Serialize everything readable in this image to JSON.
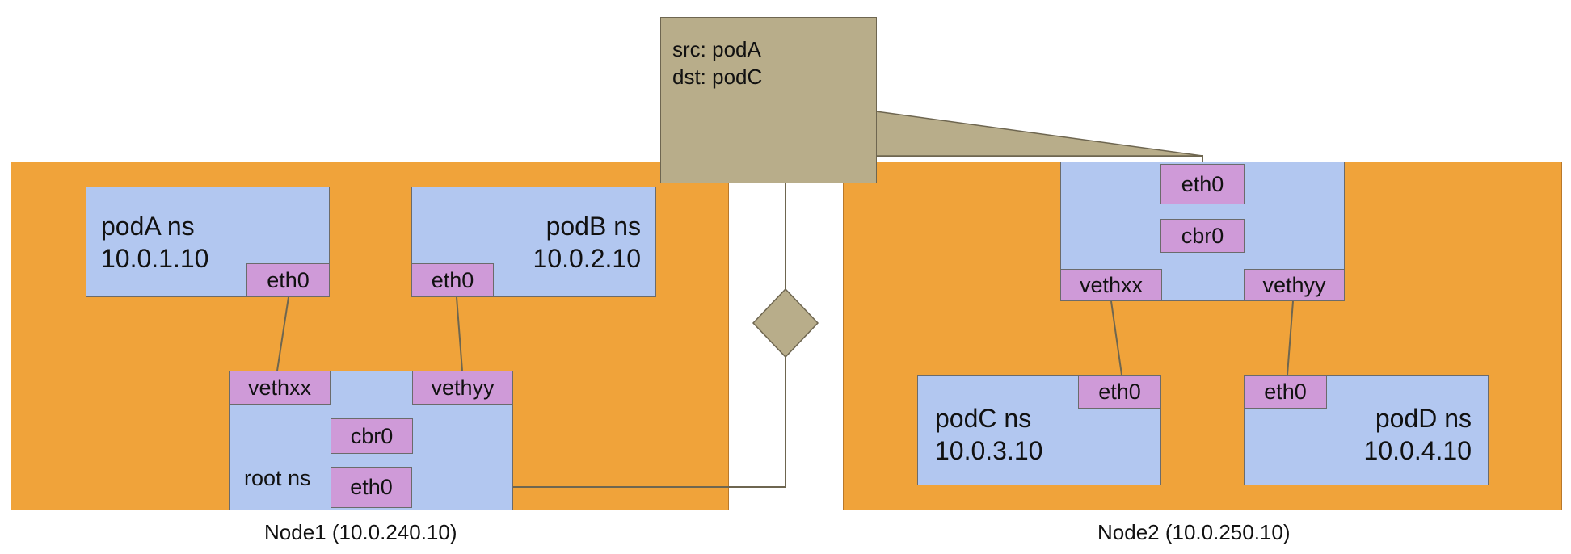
{
  "node1": {
    "label": "Node1 (10.0.240.10)",
    "podA": {
      "ns": "podA ns",
      "ip": "10.0.1.10",
      "iface": "eth0"
    },
    "podB": {
      "ns": "podB ns",
      "ip": "10.0.2.10",
      "iface": "eth0"
    },
    "root": {
      "label": "root ns",
      "vethxx": "vethxx",
      "vethyy": "vethyy",
      "bridge": "cbr0",
      "eth": "eth0"
    }
  },
  "node2": {
    "label": "Node2 (10.0.250.10)",
    "root": {
      "eth": "eth0",
      "bridge": "cbr0",
      "vethxx": "vethxx",
      "vethyy": "vethyy"
    },
    "podC": {
      "ns": "podC ns",
      "ip": "10.0.3.10",
      "iface": "eth0"
    },
    "podD": {
      "ns": "podD ns",
      "ip": "10.0.4.10",
      "iface": "eth0"
    }
  },
  "packet": {
    "src": "src: podA",
    "dst": "dst: podC"
  },
  "colors": {
    "node": "#f0a33a",
    "namespace": "#b2c7f0",
    "interface": "#cf9ad8",
    "packet": "#b8ad8a",
    "line": "#6e6650"
  }
}
